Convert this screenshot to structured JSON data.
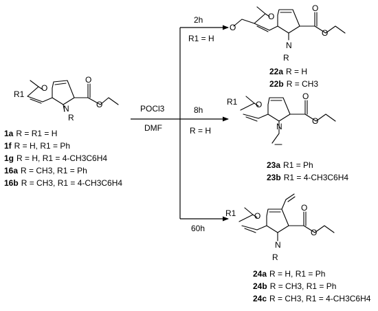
{
  "reagents": {
    "above": "POCl3",
    "below": "DMF"
  },
  "branches": [
    {
      "time": "2h",
      "condition": "R1 = H"
    },
    {
      "time": "8h",
      "condition": "R = H"
    },
    {
      "time": "60h",
      "condition": ""
    }
  ],
  "atoms": {
    "O": "O",
    "N": "N",
    "R": "R",
    "R1": "R1"
  },
  "starting_materials": [
    {
      "id": "1a",
      "desc": "R = R1 = H"
    },
    {
      "id": "1f",
      "desc": "R = H, R1 = Ph"
    },
    {
      "id": "1g",
      "desc": "R = H, R1 = 4-CH3C6H4"
    },
    {
      "id": "16a",
      "desc": "R = CH3, R1 = Ph"
    },
    {
      "id": "16b",
      "desc": "R = CH3, R1 = 4-CH3C6H4"
    }
  ],
  "products_22": [
    {
      "id": "22a",
      "desc": "R = H"
    },
    {
      "id": "22b",
      "desc": "R = CH3"
    }
  ],
  "products_23": [
    {
      "id": "23a",
      "desc": "R1 = Ph"
    },
    {
      "id": "23b",
      "desc": "R1 = 4-CH3C6H4"
    }
  ],
  "products_24": [
    {
      "id": "24a",
      "desc": "R = H, R1 = Ph"
    },
    {
      "id": "24b",
      "desc": "R = CH3, R1 = Ph"
    },
    {
      "id": "24c",
      "desc": "R = CH3, R1 = 4-CH3C6H4"
    }
  ]
}
